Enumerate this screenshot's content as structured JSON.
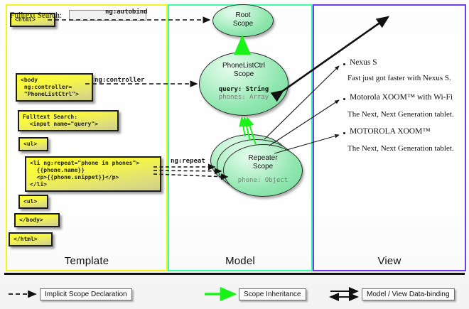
{
  "lanes": [
    {
      "id": "template",
      "label": "Template",
      "border": "#f2f21c"
    },
    {
      "id": "model",
      "label": "Model",
      "border": "#3dfaa7"
    },
    {
      "id": "view",
      "label": "View",
      "border": "#6c3cf0"
    }
  ],
  "template": {
    "boxes": [
      {
        "name": "html-open-box",
        "text": "<html>"
      },
      {
        "name": "body-controller-box",
        "text": "<body\n ng:controller=\n \"PhoneListCtrl\">"
      },
      {
        "name": "fulltext-search-box",
        "text": "Fulltext Search:\n  <input name=\"query\">"
      },
      {
        "name": "ul-open-box",
        "text": "<ul>"
      },
      {
        "name": "li-repeat-box",
        "text": "<li ng:repeat=\"phone in phones\">\n  {{phone.name}}\n  <p>{{phone.snippet}}</p>\n</li>"
      },
      {
        "name": "ul-close-box",
        "text": "<ul>"
      },
      {
        "name": "body-close-box",
        "text": "</body>"
      },
      {
        "name": "html-close-box",
        "text": "</html>"
      }
    ]
  },
  "connector_labels": [
    {
      "name": "ng-autobind-label",
      "text": "ng:autobind"
    },
    {
      "name": "ng-controller-label",
      "text": "ng:controller"
    },
    {
      "name": "ng-repeat-label",
      "text": "ng:repeat"
    }
  ],
  "model": {
    "scopes": [
      {
        "name": "root-scope",
        "title_line1": "Root",
        "title_line2": "Scope",
        "props": []
      },
      {
        "name": "phonelistctrl-scope",
        "title_line1": "PhoneListCtrl",
        "title_line2": "Scope",
        "props": [
          {
            "text": "query: String",
            "style": "bold"
          },
          {
            "text": "phones: Array",
            "style": "gray"
          }
        ]
      },
      {
        "name": "repeater-scope",
        "title_line1": "Repeater",
        "title_line2": "Scope",
        "props": [
          {
            "text": "phone: Object",
            "style": "gray"
          }
        ]
      }
    ]
  },
  "view": {
    "search_label": "Fulltext Search:",
    "search_value": "",
    "items": [
      {
        "name": "Nexus S",
        "snippet": "Fast just got faster with Nexus S."
      },
      {
        "name": "Motorola XOOM™  with Wi-Fi",
        "snippet": "The Next, Next Generation tablet."
      },
      {
        "name": "MOTOROLA XOOM™",
        "snippet": "The Next, Next Generation tablet."
      }
    ]
  },
  "legend": [
    {
      "name": "legend-implicit-scope-declaration",
      "label": "Implicit Scope Declaration",
      "arrow": "dashed-black"
    },
    {
      "name": "legend-scope-inheritance",
      "label": "Scope Inheritance",
      "arrow": "solid-green"
    },
    {
      "name": "legend-model-view-data-binding",
      "label": "Model / View Data-binding",
      "arrow": "double-black"
    }
  ],
  "colors": {
    "template_border": "#f2f21c",
    "model_border": "#3dfaa7",
    "view_border": "#6c3cf0",
    "scope_green": "#8fe6ae",
    "inheritance_green": "#19f319",
    "code_yellow": "#f6f645"
  }
}
